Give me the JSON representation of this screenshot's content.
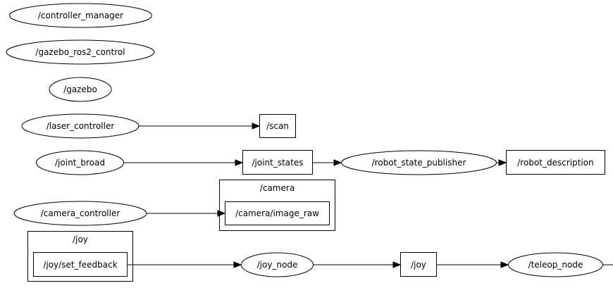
{
  "graph": {
    "nodes": {
      "controller_manager": "/controller_manager",
      "gazebo_ros2_control": "/gazebo_ros2_control",
      "gazebo": "/gazebo",
      "laser_controller": "/laser_controller",
      "scan": "/scan",
      "joint_broad": "/joint_broad",
      "joint_states": "/joint_states",
      "robot_state_publisher": "/robot_state_publisher",
      "robot_description": "/robot_description",
      "camera_controller": "/camera_controller",
      "camera_image_raw": "/camera/image_raw",
      "joy_set_feedback": "/joy/set_feedback",
      "joy_node": "/joy_node",
      "joy": "/joy",
      "teleop_node": "/teleop_node"
    },
    "clusters": {
      "camera": "/camera",
      "joy": "/joy"
    }
  }
}
